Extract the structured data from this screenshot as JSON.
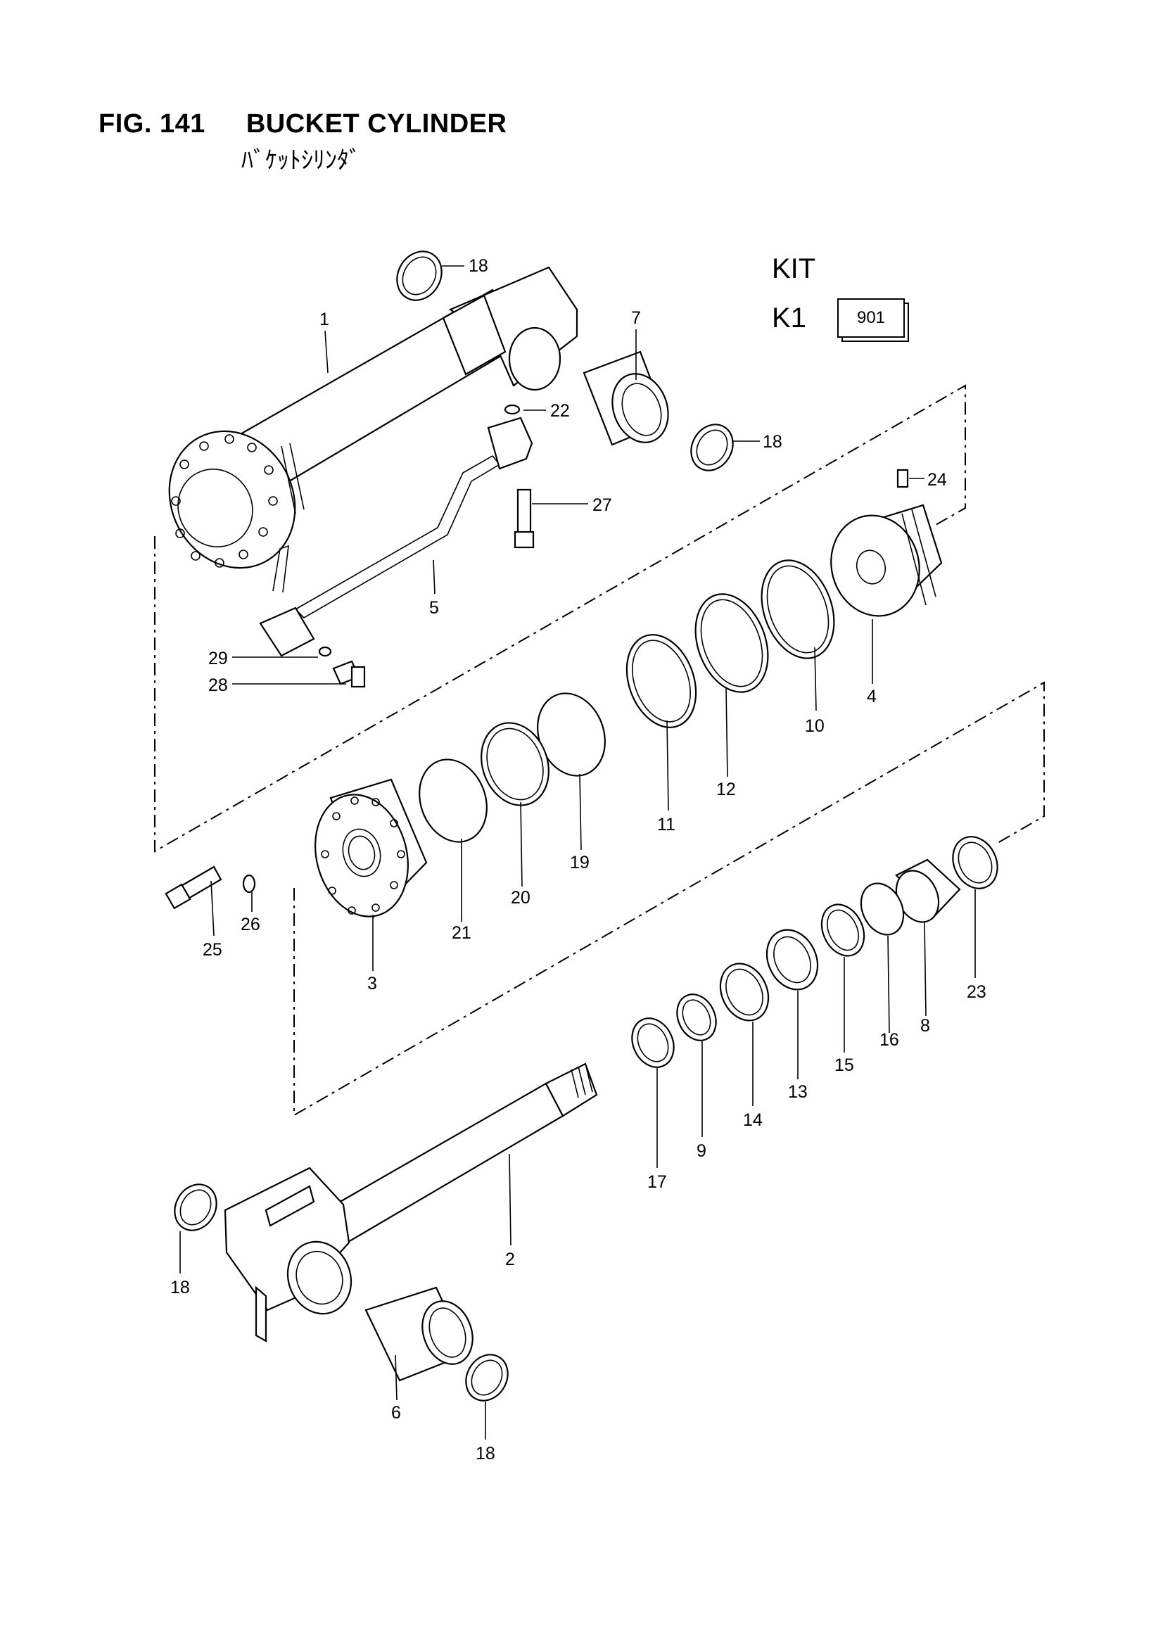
{
  "header": {
    "fig_number": "FIG. 141",
    "title": "BUCKET CYLINDER",
    "subtitle": "ﾊﾞｹｯﾄｼﾘﾝﾀﾞ"
  },
  "kit": {
    "label": "KIT",
    "code": "K1",
    "number": "901"
  },
  "callouts": {
    "c1": "1",
    "c2": "2",
    "c3": "3",
    "c4": "4",
    "c5": "5",
    "c6": "6",
    "c7": "7",
    "c8": "8",
    "c9": "9",
    "c10": "10",
    "c11": "11",
    "c12": "12",
    "c13": "13",
    "c14": "14",
    "c15": "15",
    "c16": "16",
    "c17": "17",
    "c18": "18",
    "c19": "19",
    "c20": "20",
    "c21": "21",
    "c22": "22",
    "c23": "23",
    "c24": "24",
    "c25": "25",
    "c26": "26",
    "c27": "27",
    "c28": "28",
    "c29": "29"
  }
}
